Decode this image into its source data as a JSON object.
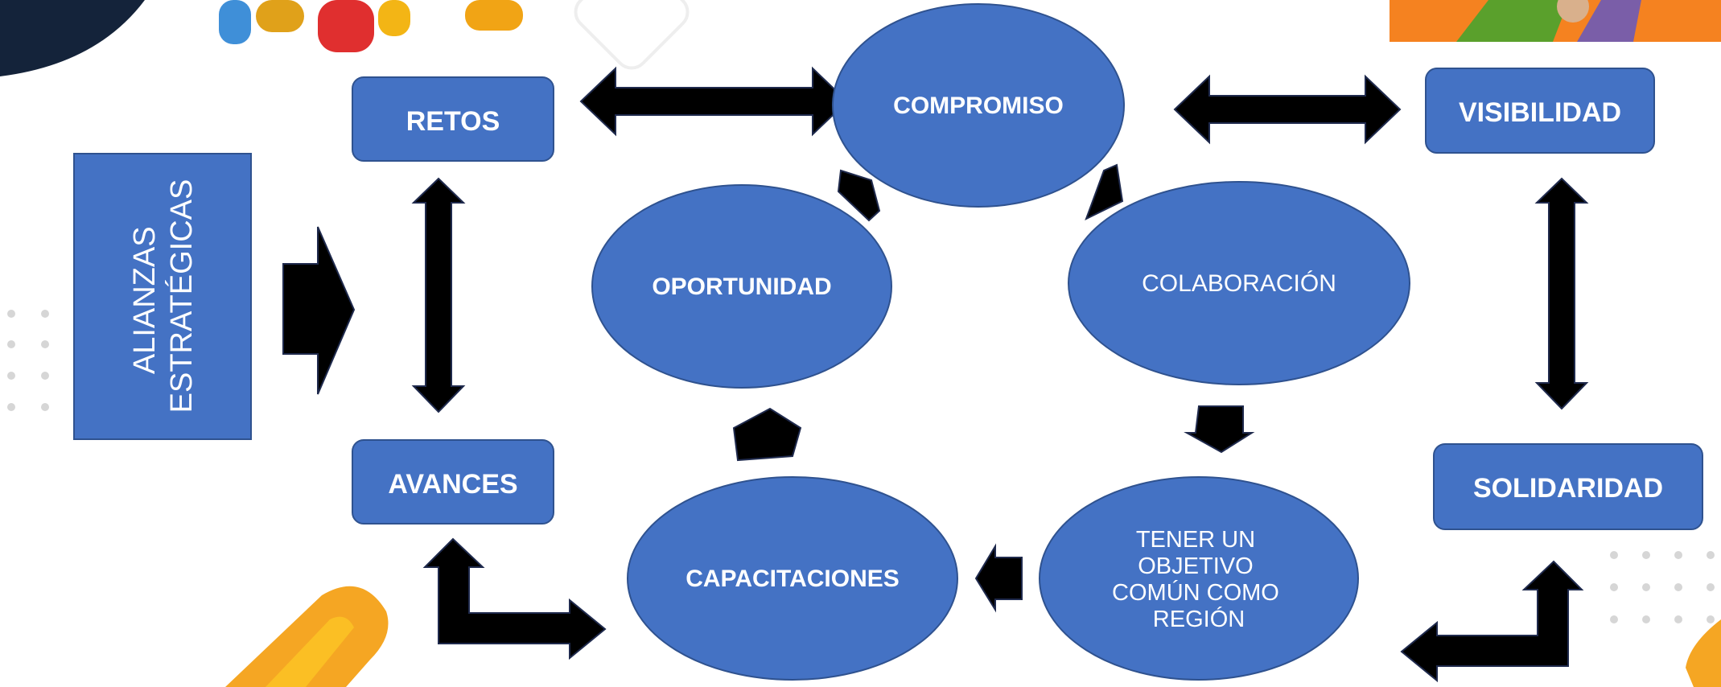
{
  "colors": {
    "node_fill": "#4472c4",
    "node_stroke": "#2f528f",
    "arrow": "#000000",
    "text": "#ffffff",
    "accent_orange": "#f5a623",
    "accent_dark": "#14233a"
  },
  "nodes": {
    "alianzas": "ALIANZAS ESTRATÉGICAS",
    "retos": "RETOS",
    "avances": "AVANCES",
    "compromiso": "COMPROMISO",
    "oportunidad": "OPORTUNIDAD",
    "colaboracion": "COLABORACIÓN",
    "capacitaciones": "CAPACITACIONES",
    "objetivo": "TENER UN OBJETIVO COMÚN COMO REGIÓN",
    "visibilidad": "VISIBILIDAD",
    "solidaridad": "SOLIDARIDAD"
  }
}
